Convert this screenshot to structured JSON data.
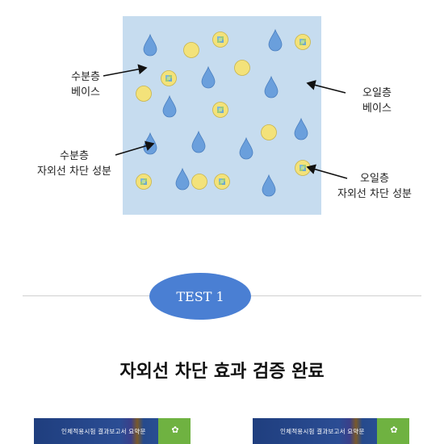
{
  "diagram": {
    "box_color": "#c6dcef",
    "water_drop_color": "#6a9fdc",
    "oil_bead_color": "#f3e27a",
    "labels": {
      "water_base": [
        "수분층",
        "베이스"
      ],
      "oil_base": [
        "오일층",
        "베이스"
      ],
      "water_uv": [
        "수분층",
        "자외선 차단 성분"
      ],
      "oil_uv": [
        "오일층",
        "자외선 차단 성분"
      ]
    }
  },
  "test_badge": "TEST 1",
  "result_title": "자외선 차단 효과 검증 완료",
  "reports": [
    {
      "text": "인체적용시험 결과보고서 요약문"
    },
    {
      "text": "인체적용시험 결과보고서 요약문"
    }
  ]
}
